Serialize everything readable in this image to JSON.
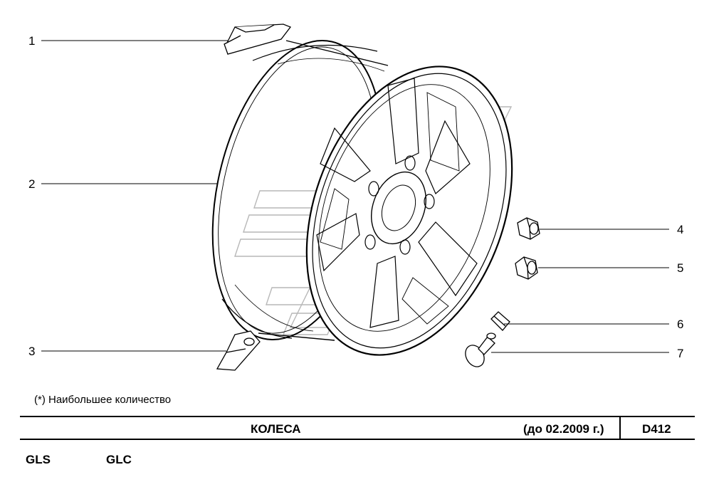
{
  "callouts": [
    "1",
    "2",
    "3",
    "4",
    "5",
    "6",
    "7"
  ],
  "note": "(*) Наибольшее количество",
  "title": {
    "name": "КОЛЕСА",
    "validity": "(до 02.2009 г.)",
    "code": "D412"
  },
  "models": [
    "GLS",
    "GLC"
  ]
}
